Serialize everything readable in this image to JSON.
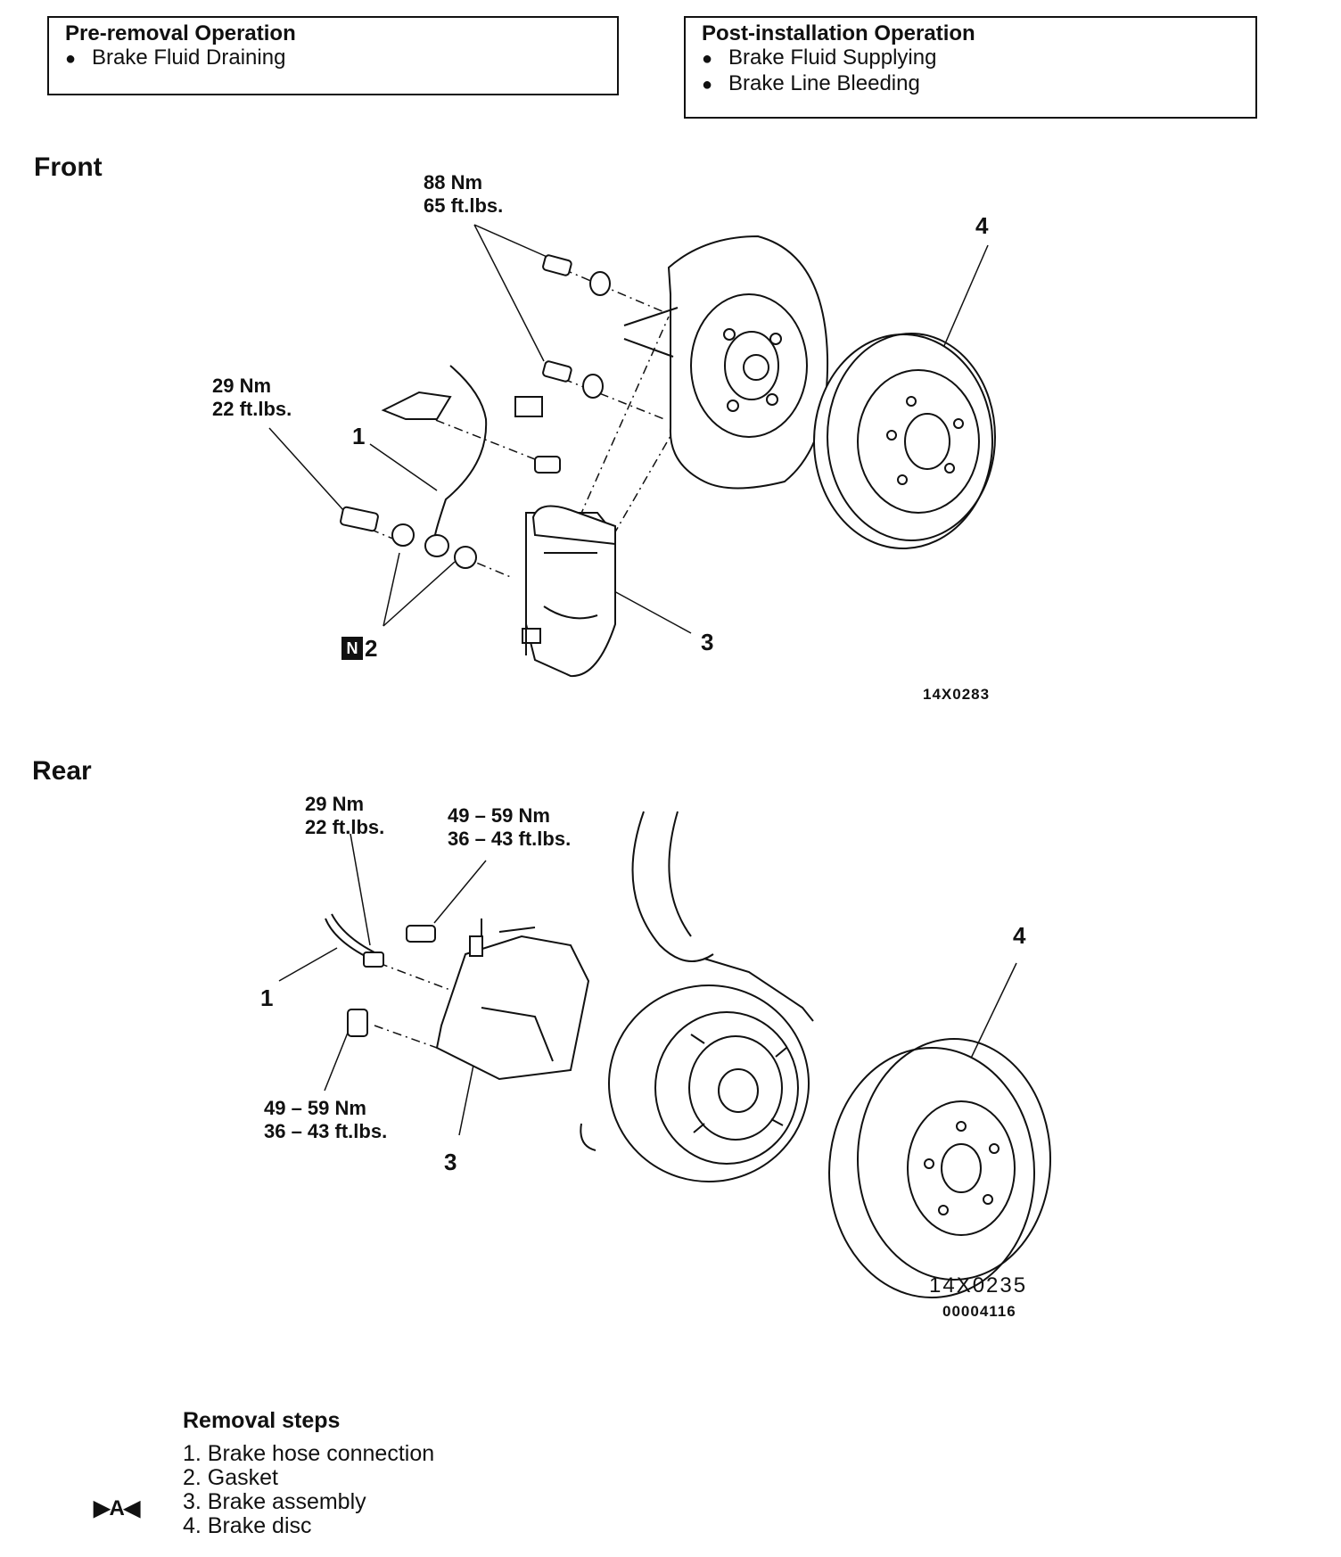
{
  "pre_removal": {
    "title": "Pre-removal Operation",
    "items": [
      "Brake Fluid Draining"
    ]
  },
  "post_installation": {
    "title": "Post-installation Operation",
    "items": [
      "Brake Fluid Supplying",
      "Brake Line Bleeding"
    ]
  },
  "front": {
    "title": "Front",
    "torque_top": [
      "88 Nm",
      "65 ft.lbs."
    ],
    "torque_left": [
      "29 Nm",
      "22 ft.lbs."
    ],
    "callouts": {
      "hose": "1",
      "gasket": "2",
      "caliper": "3",
      "disc": "4"
    },
    "new_part_mark": "N",
    "figure_code": "14X0283"
  },
  "rear": {
    "title": "Rear",
    "torque_hose": [
      "29 Nm",
      "22 ft.lbs."
    ],
    "torque_upper": [
      "49 – 59 Nm",
      "36 – 43 ft.lbs."
    ],
    "torque_lower": [
      "49 – 59 Nm",
      "36 – 43 ft.lbs."
    ],
    "callouts": {
      "hose": "1",
      "caliper": "3",
      "disc": "4"
    },
    "figure_code": "14X0235",
    "figure_id": "00004116"
  },
  "removal_steps": {
    "title": "Removal steps",
    "items": [
      "1. Brake hose connection",
      "2. Gasket",
      "3. Brake assembly",
      "4. Brake disc"
    ],
    "marker": "▶A◀"
  }
}
